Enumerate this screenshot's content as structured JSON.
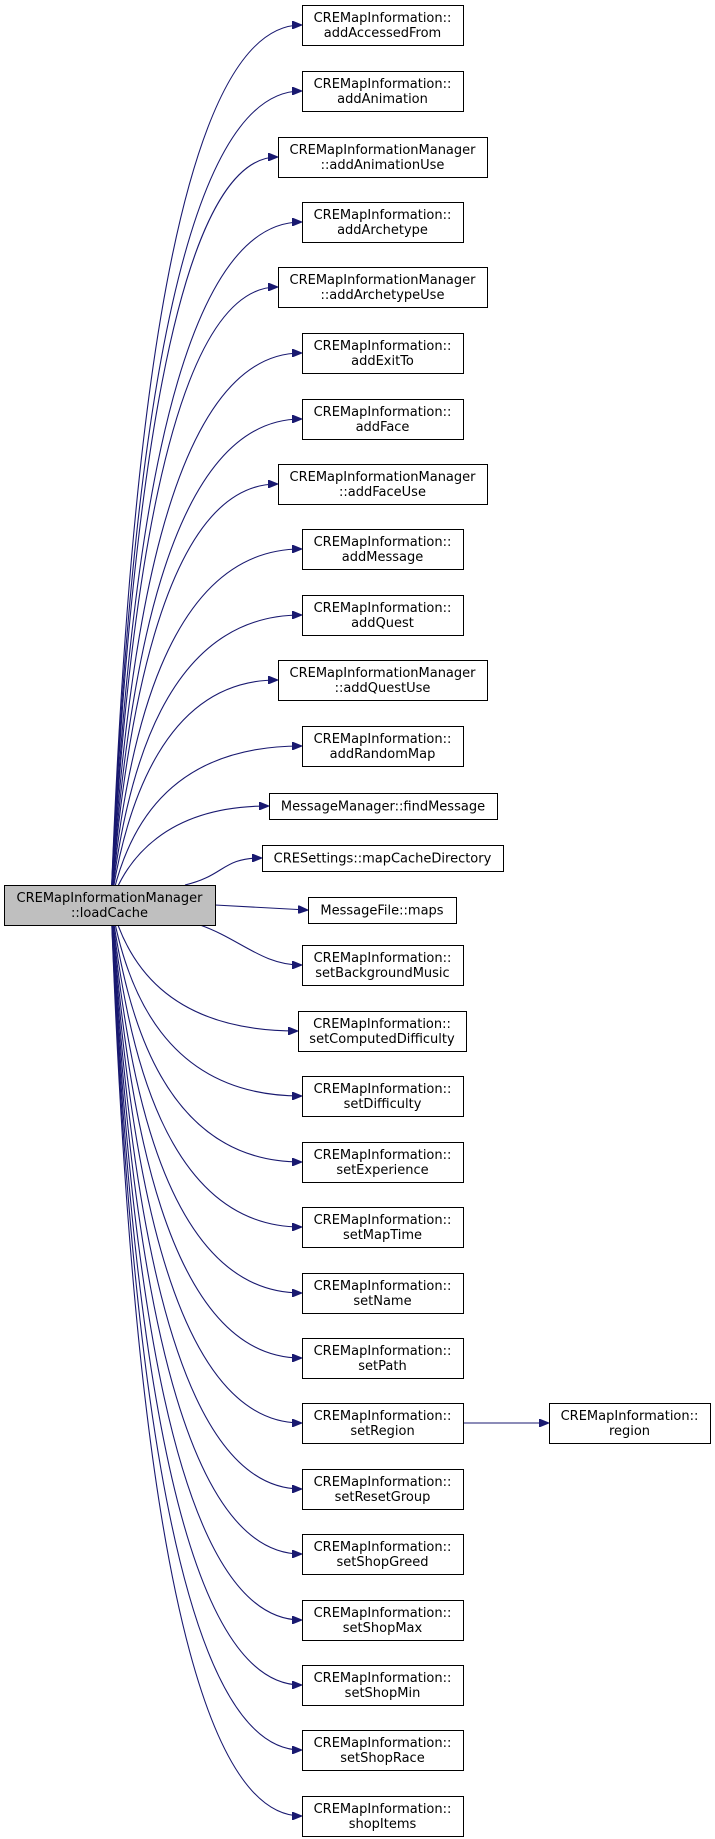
{
  "graph": {
    "root": {
      "id": "root",
      "lines": [
        "CREMapInformationManager",
        "::loadCache"
      ]
    },
    "colors": {
      "edge": "#191970",
      "root_fill": "#bfbfbf",
      "node_fill": "#ffffff",
      "border": "#000000"
    },
    "callees": [
      {
        "id": "n1",
        "lines": [
          "CREMapInformation::",
          "addAccessedFrom"
        ]
      },
      {
        "id": "n2",
        "lines": [
          "CREMapInformation::",
          "addAnimation"
        ]
      },
      {
        "id": "n3",
        "lines": [
          "CREMapInformationManager",
          "::addAnimationUse"
        ]
      },
      {
        "id": "n4",
        "lines": [
          "CREMapInformation::",
          "addArchetype"
        ]
      },
      {
        "id": "n5",
        "lines": [
          "CREMapInformationManager",
          "::addArchetypeUse"
        ]
      },
      {
        "id": "n6",
        "lines": [
          "CREMapInformation::",
          "addExitTo"
        ]
      },
      {
        "id": "n7",
        "lines": [
          "CREMapInformation::",
          "addFace"
        ]
      },
      {
        "id": "n8",
        "lines": [
          "CREMapInformationManager",
          "::addFaceUse"
        ]
      },
      {
        "id": "n9",
        "lines": [
          "CREMapInformation::",
          "addMessage"
        ]
      },
      {
        "id": "n10",
        "lines": [
          "CREMapInformation::",
          "addQuest"
        ]
      },
      {
        "id": "n11",
        "lines": [
          "CREMapInformationManager",
          "::addQuestUse"
        ]
      },
      {
        "id": "n12",
        "lines": [
          "CREMapInformation::",
          "addRandomMap"
        ]
      },
      {
        "id": "n13",
        "lines": [
          "MessageManager::findMessage"
        ]
      },
      {
        "id": "n14",
        "lines": [
          "CRESettings::mapCacheDirectory"
        ]
      },
      {
        "id": "n15",
        "lines": [
          "MessageFile::maps"
        ]
      },
      {
        "id": "n16",
        "lines": [
          "CREMapInformation::",
          "setBackgroundMusic"
        ]
      },
      {
        "id": "n17",
        "lines": [
          "CREMapInformation::",
          "setComputedDifficulty"
        ]
      },
      {
        "id": "n18",
        "lines": [
          "CREMapInformation::",
          "setDifficulty"
        ]
      },
      {
        "id": "n19",
        "lines": [
          "CREMapInformation::",
          "setExperience"
        ]
      },
      {
        "id": "n20",
        "lines": [
          "CREMapInformation::",
          "setMapTime"
        ]
      },
      {
        "id": "n21",
        "lines": [
          "CREMapInformation::",
          "setName"
        ]
      },
      {
        "id": "n22",
        "lines": [
          "CREMapInformation::",
          "setPath"
        ]
      },
      {
        "id": "n23",
        "lines": [
          "CREMapInformation::",
          "setRegion"
        ]
      },
      {
        "id": "n24",
        "lines": [
          "CREMapInformation::",
          "setResetGroup"
        ]
      },
      {
        "id": "n25",
        "lines": [
          "CREMapInformation::",
          "setShopGreed"
        ]
      },
      {
        "id": "n26",
        "lines": [
          "CREMapInformation::",
          "setShopMax"
        ]
      },
      {
        "id": "n27",
        "lines": [
          "CREMapInformation::",
          "setShopMin"
        ]
      },
      {
        "id": "n28",
        "lines": [
          "CREMapInformation::",
          "setShopRace"
        ]
      },
      {
        "id": "n29",
        "lines": [
          "CREMapInformation::",
          "shopItems"
        ]
      }
    ],
    "secondary": [
      {
        "id": "n30",
        "lines": [
          "CREMapInformation::",
          "region"
        ],
        "from": "n23"
      }
    ]
  }
}
